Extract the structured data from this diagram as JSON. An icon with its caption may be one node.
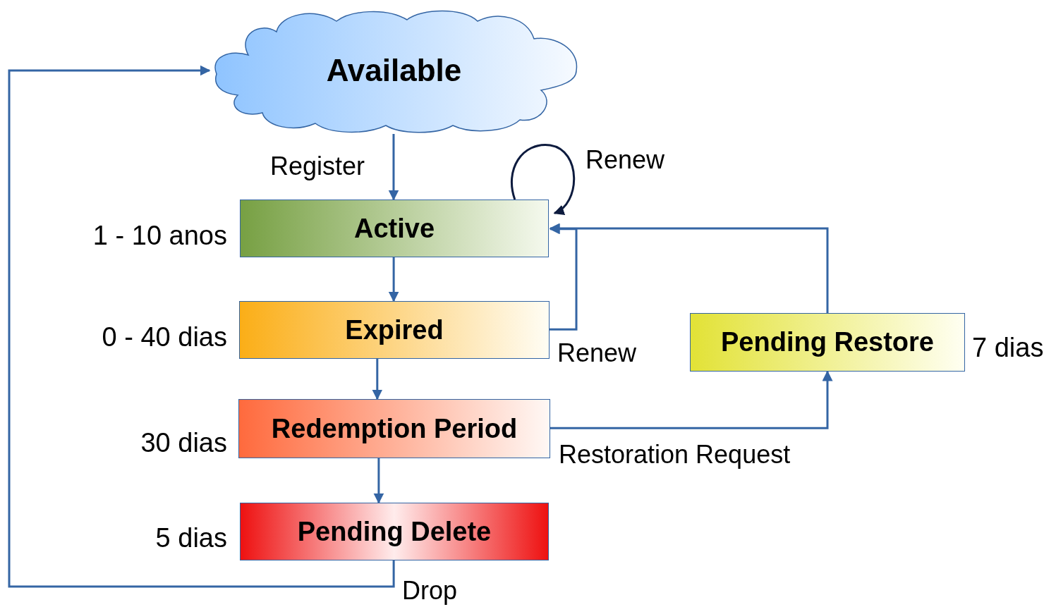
{
  "diagram": {
    "nodes": [
      {
        "text": [
          "Available"
        ]
      },
      {
        "text": [
          "Active"
        ],
        "beside": [
          "1 - 10 anos"
        ]
      },
      {
        "text": [
          "Expired"
        ],
        "beside": [
          "0 - 40 dias"
        ]
      },
      {
        "text": [
          "Redemption Period"
        ],
        "beside": [
          "30 dias"
        ]
      },
      {
        "text": [
          "Pending Delete"
        ],
        "beside": [
          "5 dias"
        ]
      },
      {
        "text": [
          "Pending Restore"
        ],
        "beside": [
          "7 dias"
        ]
      }
    ],
    "edges": [
      {
        "from": 0,
        "to": 1,
        "arrow": "to",
        "label": "Register"
      },
      {
        "from": 1,
        "to": 1,
        "arrow": "to",
        "label": "Renew",
        "color": "#0d1b3e"
      },
      {
        "from": 2,
        "to": 1,
        "arrow": "to",
        "label": "Renew"
      },
      {
        "from": 1,
        "to": 2,
        "arrow": "to"
      },
      {
        "from": 2,
        "to": 3,
        "arrow": "to"
      },
      {
        "from": 3,
        "to": 4,
        "arrow": "to"
      },
      {
        "from": 3,
        "to": 5,
        "arrow": "to",
        "label": "Restoration Request"
      },
      {
        "from": 5,
        "to": 1,
        "arrow": "to"
      },
      {
        "from": 4,
        "to": 0,
        "arrow": "to",
        "label": "Drop"
      }
    ]
  }
}
